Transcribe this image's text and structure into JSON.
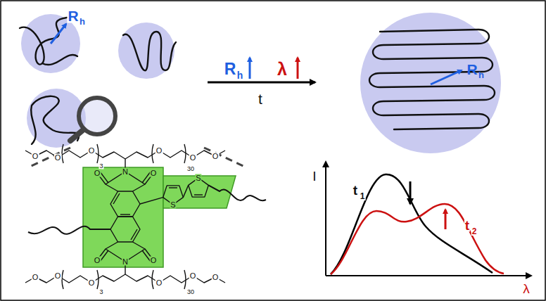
{
  "diagram": {
    "labels": [
      "R",
      "h",
      "R",
      "h",
      "λ",
      "t",
      "R",
      "h",
      "O",
      "O",
      "3",
      "O",
      "O",
      "O",
      "30",
      "O",
      "O",
      "N",
      "O",
      "S",
      "S",
      "O",
      "N",
      "O",
      "O",
      "O",
      "O",
      "3",
      "O",
      "O",
      "30",
      "O",
      "I",
      "t",
      "1",
      "t",
      "2",
      "λ"
    ]
  }
}
